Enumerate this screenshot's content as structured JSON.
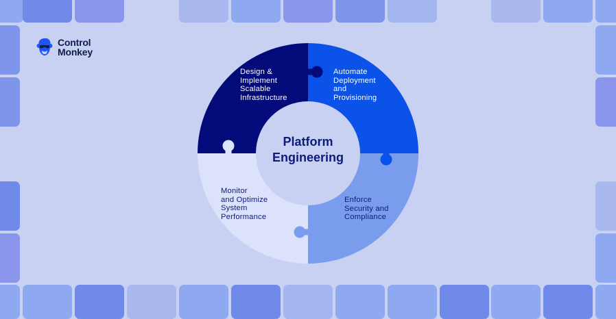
{
  "brand": {
    "name_line1": "Control",
    "name_line2": "Monkey",
    "logo_icon": "monkey-with-sunglasses-icon",
    "logo_color": "#1f55f2"
  },
  "diagram": {
    "center_title_line1": "Platform",
    "center_title_line2": "Engineering",
    "center_color": "#c9d1f2",
    "segments": [
      {
        "id": "design",
        "lines": [
          "Design &",
          "Implement",
          "Scalable",
          "Infrastructure"
        ],
        "fill": "#030b7a",
        "text_color": "#ffffff"
      },
      {
        "id": "automate",
        "lines": [
          "Automate",
          "Deployment",
          "and",
          "Provisioning"
        ],
        "fill": "#0a52e8",
        "text_color": "#ffffff"
      },
      {
        "id": "enforce",
        "lines": [
          "Enforce",
          "Security and",
          "Compliance"
        ],
        "fill": "#7a9cec",
        "text_color": "#0d1a7a"
      },
      {
        "id": "monitor",
        "lines": [
          "Monitor",
          "and Optimize",
          "System",
          "Performance"
        ],
        "fill": "#dce2fb",
        "text_color": "#0d1a7a"
      }
    ]
  },
  "background": {
    "color": "#c9d1f2",
    "tile_colors": [
      "#8fa9f1",
      "#6f8ae9",
      "#8a96ec",
      "#aab8f0",
      "#a3b6f0",
      "#7f95eb"
    ]
  }
}
